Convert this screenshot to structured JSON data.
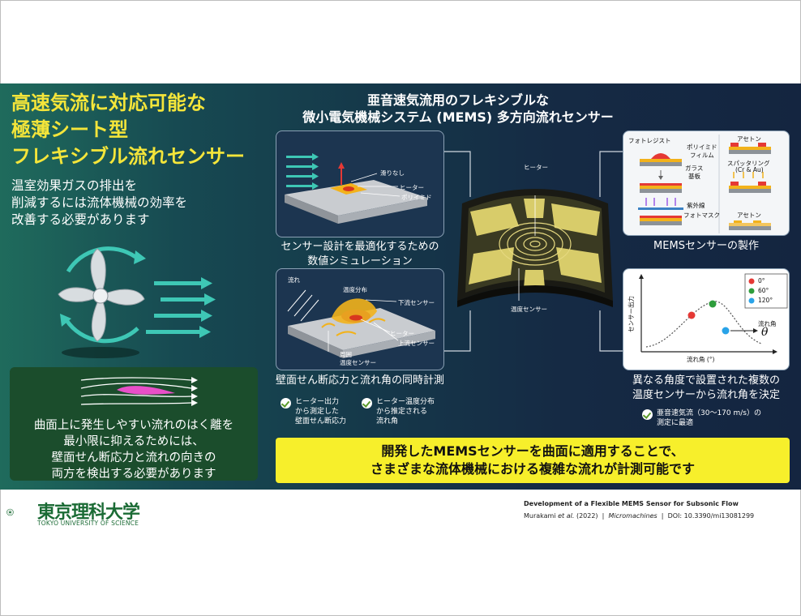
{
  "left": {
    "title_lines": [
      "高速気流に対応可能な",
      "極薄シート型",
      "フレキシブル流れセンサー"
    ],
    "subtitle_lines": [
      "温室効果ガスの排出を",
      "削減するには流体機械の効率を",
      "改善する必要があります"
    ],
    "box_lines": [
      "曲面上に発生しやすい流れのはく離を",
      "最小限に抑えるためには、",
      "壁面せん断応力と流れの向きの",
      "両方を検出する必要があります"
    ]
  },
  "center": {
    "title_lines": [
      "亜音速気流用のフレキシブルな",
      "微小電気機械システム (MEMS) 多方向流れセンサー"
    ],
    "sheet_heater_label": "ヒーター",
    "sheet_sensor_label": "温度センサー"
  },
  "panel_sim": {
    "labels": {
      "slip": "滑りなし",
      "heater": "ヒーター",
      "polyimide": "ポリイミド"
    },
    "caption_lines": [
      "センサー設計を最適化するための",
      "数値シミュレーション"
    ]
  },
  "panel_fab": {
    "labels": {
      "photoresist": "フォトレジスト",
      "polyimide_film_1": "ポリイミド",
      "polyimide_film_2": "フィルム",
      "glass_1": "ガラス",
      "glass_2": "基板",
      "uv": "紫外線",
      "photomask": "フォトマスク",
      "acetone_1": "アセトン",
      "sputtering_1": "スパッタリング",
      "sputtering_2": "(Cr & Au)",
      "acetone_2": "アセトン"
    },
    "caption": "MEMSセンサーの製作"
  },
  "panel_meas": {
    "labels": {
      "flow": "流れ",
      "temp_dist": "温度分布",
      "down": "下流センサー",
      "heater": "ヒーター",
      "up": "上流センサー",
      "ambient_1": "周囲",
      "ambient_2": "温度センサー"
    },
    "caption": "壁面せん断応力と流れ角の同時計測",
    "checks": [
      {
        "lines": [
          "ヒーター出力",
          "から測定した",
          "壁面せん断応力"
        ]
      },
      {
        "lines": [
          "ヒーター温度分布",
          "から推定される",
          "流れ角"
        ]
      }
    ]
  },
  "panel_angle": {
    "ylabel": "センサー出力",
    "xlabel": "流れ角 (°)",
    "legend": [
      "0°",
      "60°",
      "120°"
    ],
    "flow_angle_label": "流れ角",
    "theta": "θ",
    "caption_lines": [
      "異なる角度で設置された複数の",
      "温度センサーから流れ角を決定"
    ],
    "note_lines": [
      "亜音速気流（30～170 m/s）の",
      "測定に最適"
    ],
    "colors": {
      "red": "#e53935",
      "green": "#2e9d3c",
      "blue": "#29a3e8"
    }
  },
  "banner_lines": [
    "開発したMEMSセンサーを曲面に適用することで、",
    "さまざまな流体機械における複雑な流れが計測可能です"
  ],
  "footer": {
    "logo_jp": "東京理科大学",
    "logo_en": "TOKYO UNIVERSITY OF SCIENCE",
    "paper_title": "Development of a Flexible MEMS Sensor for Subsonic Flow",
    "authors": "Murakami",
    "etal": "et al.",
    "year": "(2022)",
    "journal": "Micromachines",
    "doi": "DOI: 10.3390/mi13081299"
  }
}
